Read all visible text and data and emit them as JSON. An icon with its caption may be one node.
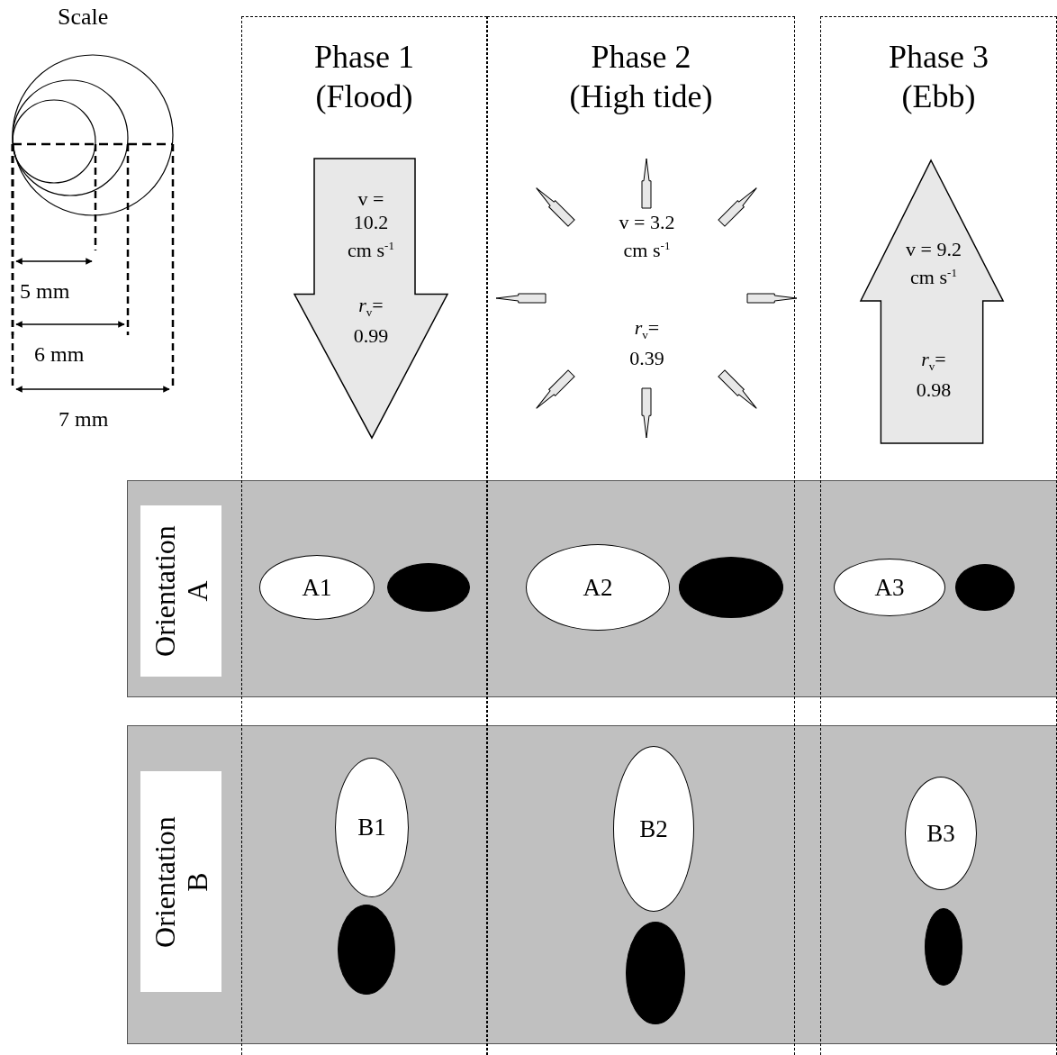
{
  "diagram": {
    "nodes": [
      {
        "text": [
          "Phase 1 (Flood)"
        ]
      },
      {
        "text": [
          "v = 10.2 cm s$^{-1}$",
          "*r*$_{v}$= 0.99"
        ],
        "in": 0
      },
      {
        "text": [
          "Phase 2 (High tide)"
        ]
      },
      {
        "text": [
          "v = 3.2 cm s$^{-1}$",
          "*r*$_{v}$= 0.39"
        ],
        "in": 2
      },
      {
        "text": [
          "Phase 3 (Ebb)"
        ]
      },
      {
        "text": [
          "v = 9.2 cm s$^{-1}$",
          "*r*$_{v}$= 0.98"
        ],
        "in": 4
      },
      {
        "text": [],
        "shape": "band"
      },
      {
        "text": [
          "Orientation A"
        ],
        "in": 6
      },
      {
        "text": [
          "A1"
        ]
      },
      {
        "text": [],
        "shape": "ellipse"
      },
      {
        "text": [
          "A2"
        ]
      },
      {
        "text": [],
        "shape": "ellipse"
      },
      {
        "text": [
          "A3"
        ]
      },
      {
        "text": [],
        "shape": "ellipse"
      },
      {
        "text": [],
        "shape": "band"
      },
      {
        "text": [
          "Orientation B"
        ],
        "in": 14
      },
      {
        "text": [
          "B1"
        ]
      },
      {
        "text": [],
        "shape": "ellipse"
      },
      {
        "text": [
          "B2"
        ]
      },
      {
        "text": [],
        "shape": "ellipse"
      },
      {
        "text": [
          "B3"
        ]
      },
      {
        "text": [],
        "shape": "ellipse"
      }
    ],
    "labels": [
      "Scale",
      "5 mm",
      "6 mm",
      "7 mm"
    ]
  }
}
